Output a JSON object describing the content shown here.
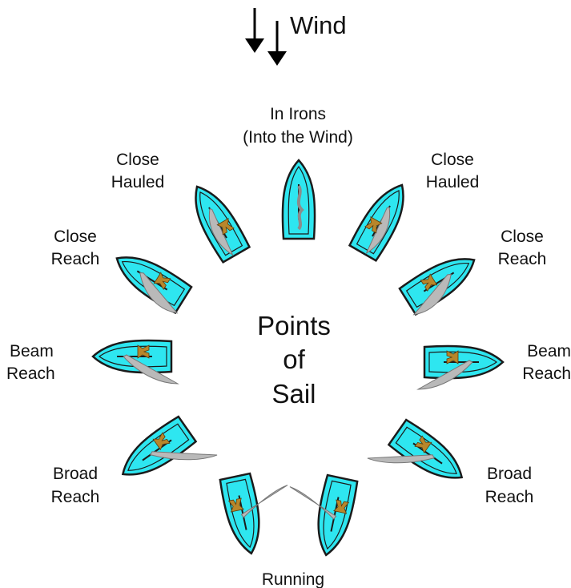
{
  "wind_label": "Wind",
  "center_title": [
    "Points",
    "of",
    "Sail"
  ],
  "positions": {
    "in_irons": {
      "lines": [
        "In Irons",
        "(Into the Wind)"
      ]
    },
    "close_hauled_left": {
      "lines": [
        "Close",
        "Hauled"
      ]
    },
    "close_hauled_right": {
      "lines": [
        "Close",
        "Hauled"
      ]
    },
    "close_reach_left": {
      "lines": [
        "Close",
        "Reach"
      ]
    },
    "close_reach_right": {
      "lines": [
        "Close",
        "Reach"
      ]
    },
    "beam_reach_left": {
      "lines": [
        "Beam",
        "Reach"
      ]
    },
    "beam_reach_right": {
      "lines": [
        "Beam",
        "Reach"
      ]
    },
    "broad_reach_left": {
      "lines": [
        "Broad",
        "Reach"
      ]
    },
    "broad_reach_right": {
      "lines": [
        "Broad",
        "Reach"
      ]
    },
    "running": {
      "lines": [
        "Running"
      ]
    }
  },
  "colors": {
    "hull": "#2ee6f0",
    "hull_outline": "#1b1b1b",
    "sail": "#b9b9b9",
    "sailor": "#b8862b",
    "text": "#111111"
  }
}
